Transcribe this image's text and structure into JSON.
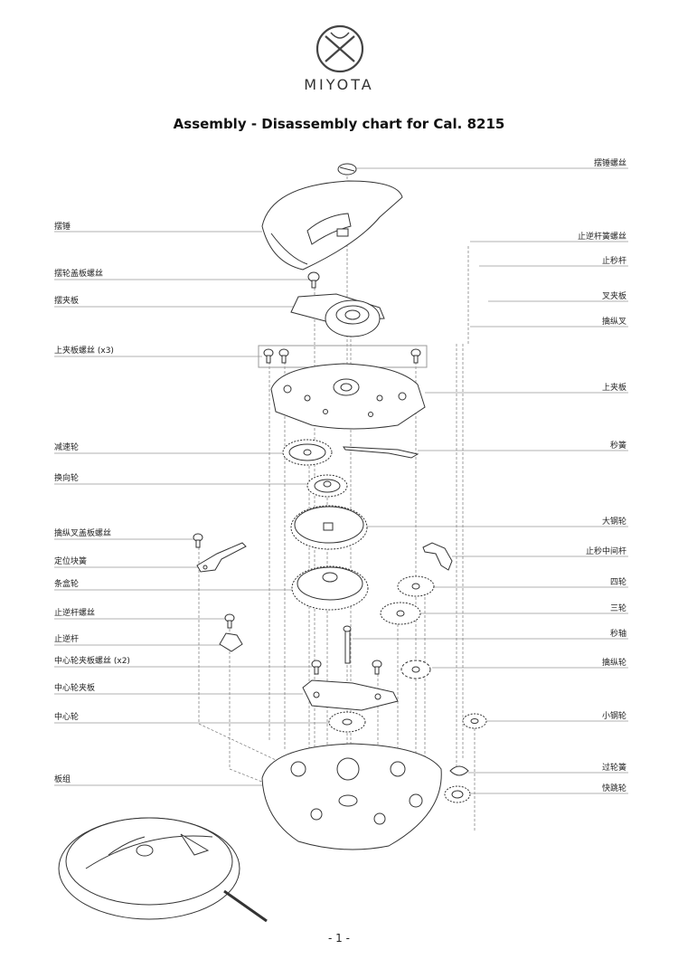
{
  "brand": {
    "name": "MIYOTA"
  },
  "title": "Assembly - Disassembly chart for Cal. 8215",
  "page_number": "- 1 -",
  "labels": {
    "left": [
      "摆锤",
      "摆轮盖板螺丝",
      "摆夹板",
      "上夹板螺丝 (x3)",
      "减速轮",
      "换向轮",
      "擒纵叉盖板螺丝",
      "定位块簧",
      "条盒轮",
      "止逆杆螺丝",
      "止逆杆",
      "中心轮夹板螺丝 (x2)",
      "中心轮夹板",
      "中心轮",
      "板组"
    ],
    "right": [
      "摆锤螺丝",
      "止逆杆簧螺丝",
      "止秒杆",
      "叉夹板",
      "擒纵叉",
      "上夹板",
      "秒簧",
      "大钢轮",
      "止秒中间杆",
      "四轮",
      "三轮",
      "秒轴",
      "擒纵轮",
      "小钢轮",
      "过轮簧",
      "快跳轮"
    ]
  }
}
